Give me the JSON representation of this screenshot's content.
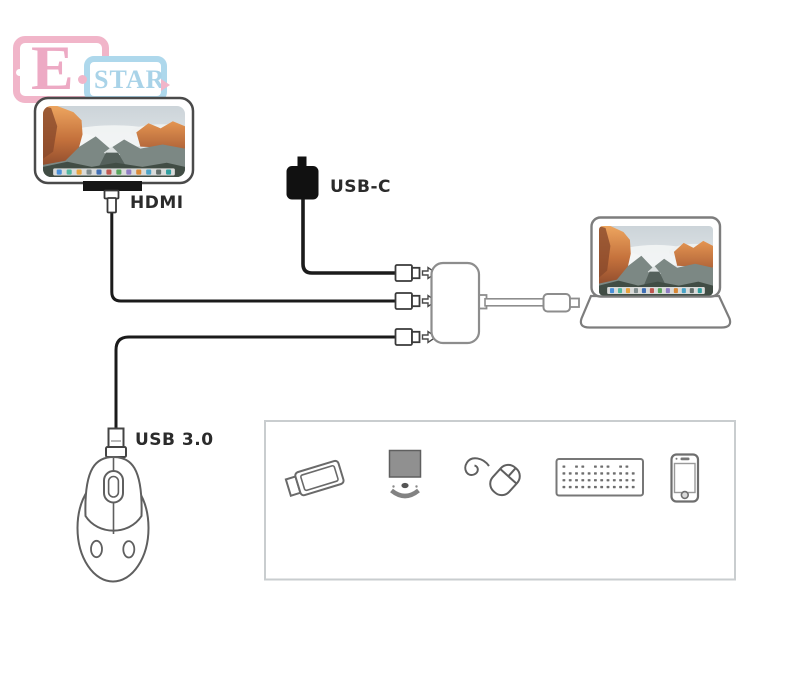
{
  "watermark": {
    "letter": "E",
    "word": "STAR",
    "tablet_color": "#f1b5c9",
    "phone_color": "#aed8ec",
    "letter_color": "#edaac4",
    "word_color": "#a9d3e8"
  },
  "labels": {
    "hdmi": "HDMI",
    "usb_c": "USB-C",
    "usb_3": "USB 3.0"
  },
  "diagram": {
    "hub_ports": [
      {
        "row": "top",
        "connector": "usb-c-power-adapter"
      },
      {
        "row": "middle",
        "connector": "hdmi-display"
      },
      {
        "row": "bottom",
        "connector": "usb-3-mouse"
      }
    ],
    "host_device": "laptop"
  },
  "peripherals_box": {
    "items": [
      "usb-flash-drive",
      "optical-drive",
      "wired-mouse",
      "keyboard",
      "smartphone"
    ]
  },
  "colors": {
    "cable": "#1b1b1b",
    "device_outline": "#5f5f5f",
    "hub_outline": "#8d8d8d",
    "charger_body": "#111111",
    "box_border": "#c9cdcf",
    "label_text": "#2b2b2b"
  },
  "wallpaper": {
    "dock_colors": [
      "#4a90d9",
      "#50b8a0",
      "#e8a33d",
      "#7f8c8d",
      "#3f6fb5",
      "#c0574f",
      "#58a55c",
      "#8e7cc3",
      "#d98836",
      "#4aa3c7",
      "#616e6a",
      "#2f9f9f"
    ]
  }
}
